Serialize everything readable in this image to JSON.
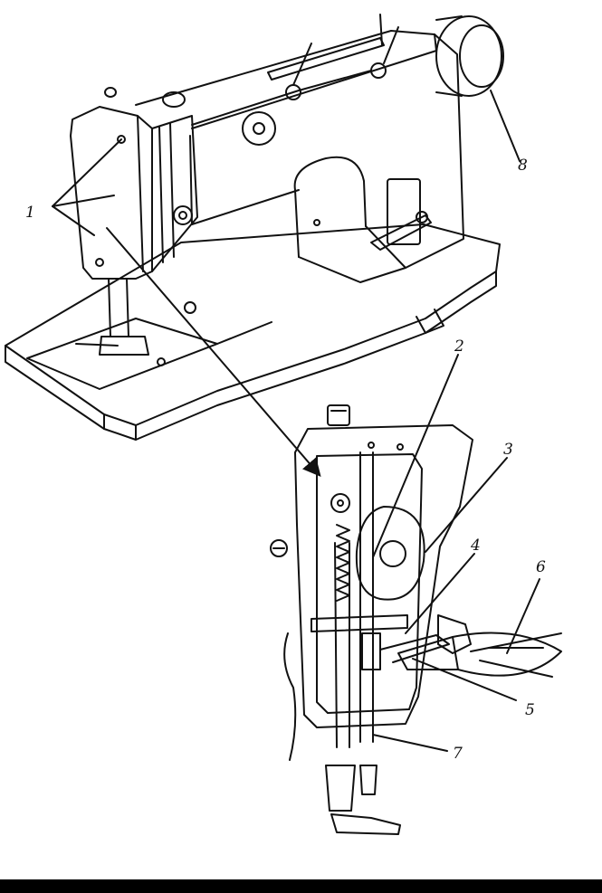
{
  "figure": {
    "callouts": [
      {
        "id": "1",
        "label": "1"
      },
      {
        "id": "2",
        "label": "2"
      },
      {
        "id": "3",
        "label": "3"
      },
      {
        "id": "4",
        "label": "4"
      },
      {
        "id": "5",
        "label": "5"
      },
      {
        "id": "6",
        "label": "6"
      },
      {
        "id": "7",
        "label": "7"
      },
      {
        "id": "8",
        "label": "8"
      }
    ],
    "colors": {
      "ink": "#111111",
      "paper": "#ffffff",
      "border": "#000000"
    }
  }
}
